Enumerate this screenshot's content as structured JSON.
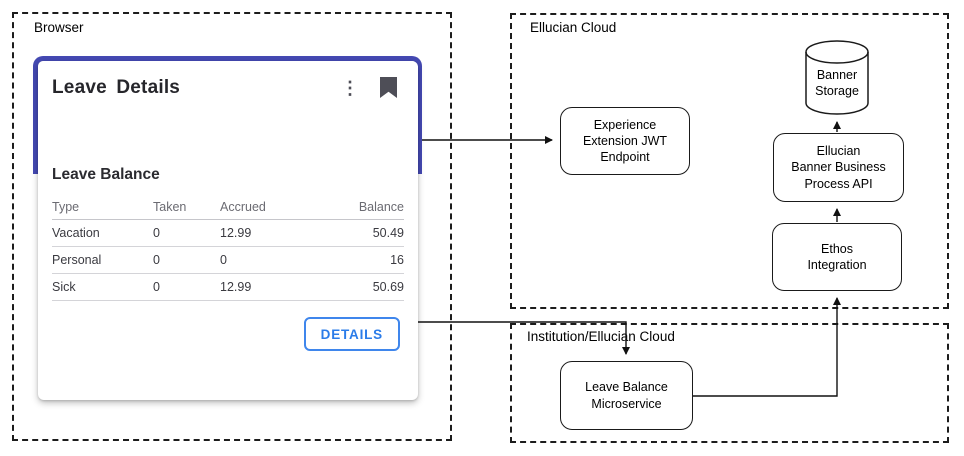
{
  "colors": {
    "card_accent_purple": "#4449B2",
    "details_button_blue": "#2B7CE9",
    "icon_slate": "#4E4E57"
  },
  "browser": {
    "label": "Browser",
    "card": {
      "title": "Leave Details",
      "icons": {
        "kebab_glyph": "⋮"
      },
      "section_title": "Leave Balance",
      "table": {
        "headers": [
          "Type",
          "Taken",
          "Accrued",
          "Balance"
        ],
        "rows": [
          {
            "type": "Vacation",
            "taken": "0",
            "accrued": "12.99",
            "balance": "50.49"
          },
          {
            "type": "Personal",
            "taken": "0",
            "accrued": "0",
            "balance": "16"
          },
          {
            "type": "Sick",
            "taken": "0",
            "accrued": "12.99",
            "balance": "50.69"
          }
        ]
      },
      "details_button_label": "DETAILS"
    }
  },
  "ellucian_cloud": {
    "label": "Ellucian Cloud",
    "nodes": {
      "banner_storage": {
        "lines": [
          "Banner",
          "Storage"
        ]
      },
      "experience_jwt": {
        "lines": [
          "Experience",
          "Extension JWT",
          "Endpoint"
        ]
      },
      "bp_api": {
        "lines": [
          "Ellucian",
          "Banner Business",
          "Process API"
        ]
      },
      "ethos": {
        "lines": [
          "Ethos",
          "Integration"
        ]
      }
    }
  },
  "institution": {
    "label": "Institution/Ellucian Cloud",
    "nodes": {
      "leave_balance_microservice": {
        "lines": [
          "Leave Balance",
          "Microservice"
        ]
      }
    }
  }
}
